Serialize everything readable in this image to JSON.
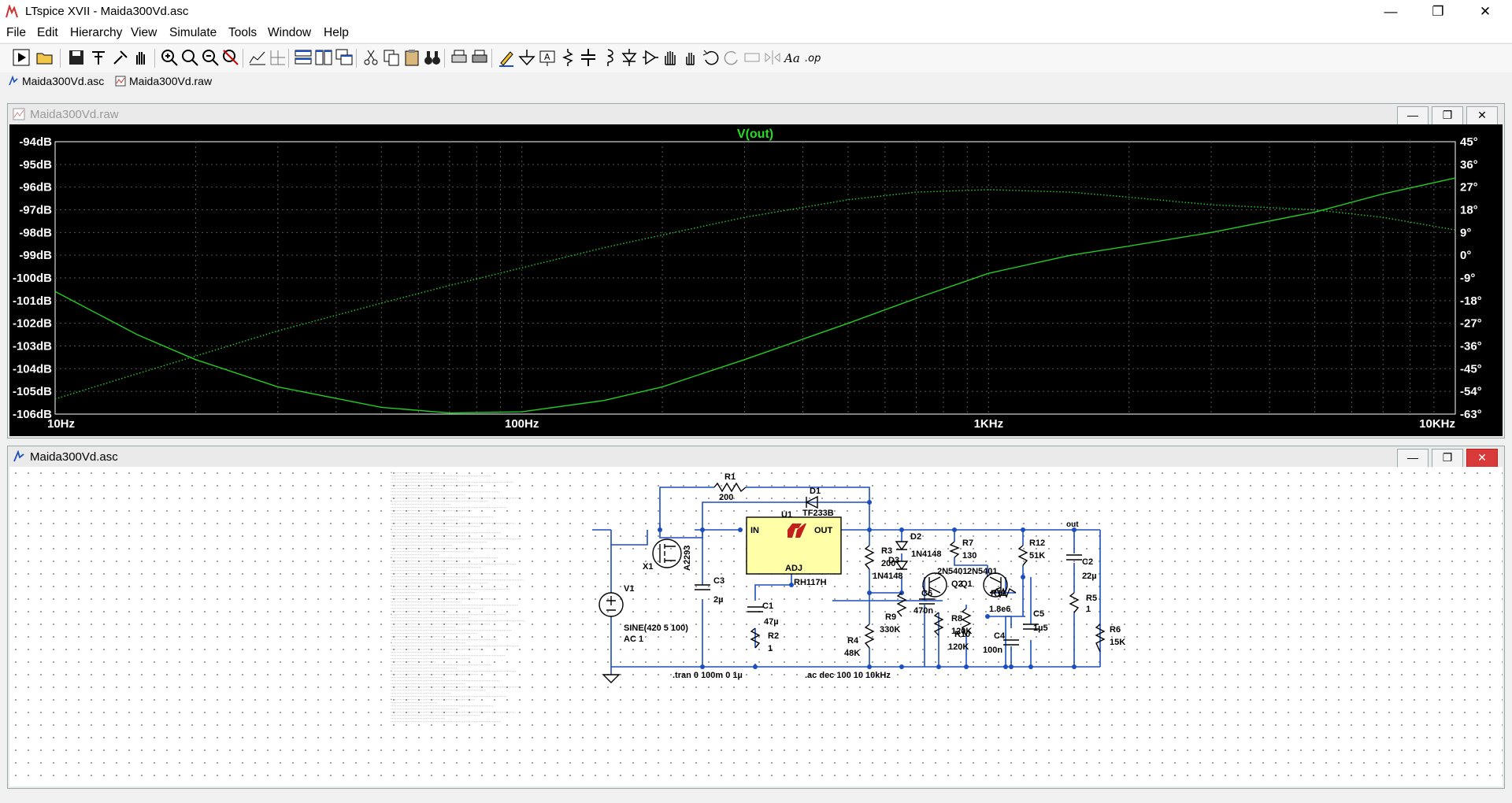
{
  "window": {
    "title": "LTspice XVII - Maida300Vd.asc",
    "minimize": "—",
    "maximize": "❐",
    "close": "✕"
  },
  "menu": [
    "File",
    "Edit",
    "Hierarchy",
    "View",
    "Simulate",
    "Tools",
    "Window",
    "Help"
  ],
  "tabs": [
    "Maida300Vd.asc",
    "Maida300Vd.raw"
  ],
  "plot_window": {
    "title": "Maida300Vd.raw",
    "buttons": [
      "—",
      "❐",
      "✕"
    ]
  },
  "schematic_window": {
    "title": "Maida300Vd.asc",
    "buttons": [
      "—",
      "❐",
      "✕"
    ]
  },
  "chart_data": {
    "type": "line",
    "title": "V(out)",
    "x_scale": "log",
    "xlim": [
      10,
      10000
    ],
    "x_ticks": [
      "10Hz",
      "100Hz",
      "1KHz",
      "10KHz"
    ],
    "y_left_ticks": [
      "-94dB",
      "-95dB",
      "-96dB",
      "-97dB",
      "-98dB",
      "-99dB",
      "-100dB",
      "-101dB",
      "-102dB",
      "-103dB",
      "-104dB",
      "-105dB",
      "-106dB"
    ],
    "y_right_ticks": [
      "45°",
      "36°",
      "27°",
      "18°",
      "9°",
      "0°",
      "-9°",
      "-18°",
      "-27°",
      "-36°",
      "-45°",
      "-54°",
      "-63°"
    ],
    "ylim_left": [
      -106,
      -94
    ],
    "ylim_right": [
      -63,
      45
    ],
    "grid": true,
    "colors": {
      "trace": "#22cc22",
      "grid": "#555555",
      "axis": "#ffffff",
      "title": "#22dd22"
    },
    "series": [
      {
        "name": "V(out)",
        "kind": "magnitude",
        "unit": "dB",
        "x": [
          10,
          15,
          20,
          30,
          50,
          70,
          100,
          150,
          200,
          300,
          500,
          700,
          1000,
          1500,
          2000,
          3000,
          5000,
          7000,
          10000
        ],
        "y": [
          -100.6,
          -102.5,
          -103.6,
          -104.8,
          -105.7,
          -105.95,
          -105.9,
          -105.4,
          -104.8,
          -103.6,
          -102.0,
          -100.9,
          -99.8,
          -99.0,
          -98.6,
          -98.0,
          -97.1,
          -96.3,
          -95.6
        ]
      },
      {
        "name": "V(out)",
        "kind": "phase",
        "unit": "°",
        "x": [
          10,
          15,
          20,
          30,
          50,
          70,
          100,
          150,
          200,
          300,
          500,
          700,
          1000,
          1500,
          2000,
          3000,
          5000,
          7000,
          10000
        ],
        "y": [
          -57,
          -47,
          -40,
          -30,
          -19,
          -12,
          -5,
          3,
          8,
          15,
          22,
          25,
          26,
          25,
          23,
          20,
          18,
          15,
          10
        ]
      }
    ]
  },
  "schematic": {
    "labels": {
      "r1": "R1",
      "r1v": "200",
      "d1": "D1",
      "d1v": "TF233B",
      "u1": "U1",
      "in": "IN",
      "out": "OUT",
      "adj": "ADJ",
      "u1v": "RH117H",
      "x1": "X1",
      "x1v": "A2293",
      "v1": "V1",
      "v1v": "SINE(420 5 100)",
      "v1ac": "AC 1",
      "c3": "C3",
      "c3v": "2µ",
      "c1": "C1",
      "c1v": "47µ",
      "r2": "R2",
      "r2v": "1",
      "r3": "R3",
      "r3v": "200",
      "d2": "D2",
      "d2v": "1N4148",
      "d3": "D3",
      "d3v": "1N4148",
      "r9": "R9",
      "r9v": "330K",
      "r4": "R4",
      "r4v": "48K",
      "c6": "C6",
      "c6v": "470n",
      "q": "2N5401",
      "q1": "Q1",
      "q2": "Q2",
      "r7": "R7",
      "r7v": "130",
      "r8": "R8",
      "r8v": "120K",
      "r10": "R10",
      "r10v": "120K",
      "r11": "R11",
      "r11v": "1.8e6",
      "c4": "C4",
      "c4v": "100n",
      "c5": "C5",
      "c5v": "1µ5",
      "r12": "R12",
      "r12v": "51K",
      "c2": "C2",
      "c2v": "22µ",
      "r5": "R5",
      "r5v": "1",
      "r6": "R6",
      "r6v": "15K",
      "outnet": "out",
      "tran": ".tran 0 100m 0 1µ",
      "ac": ".ac dec 100 10 10kHz"
    }
  }
}
